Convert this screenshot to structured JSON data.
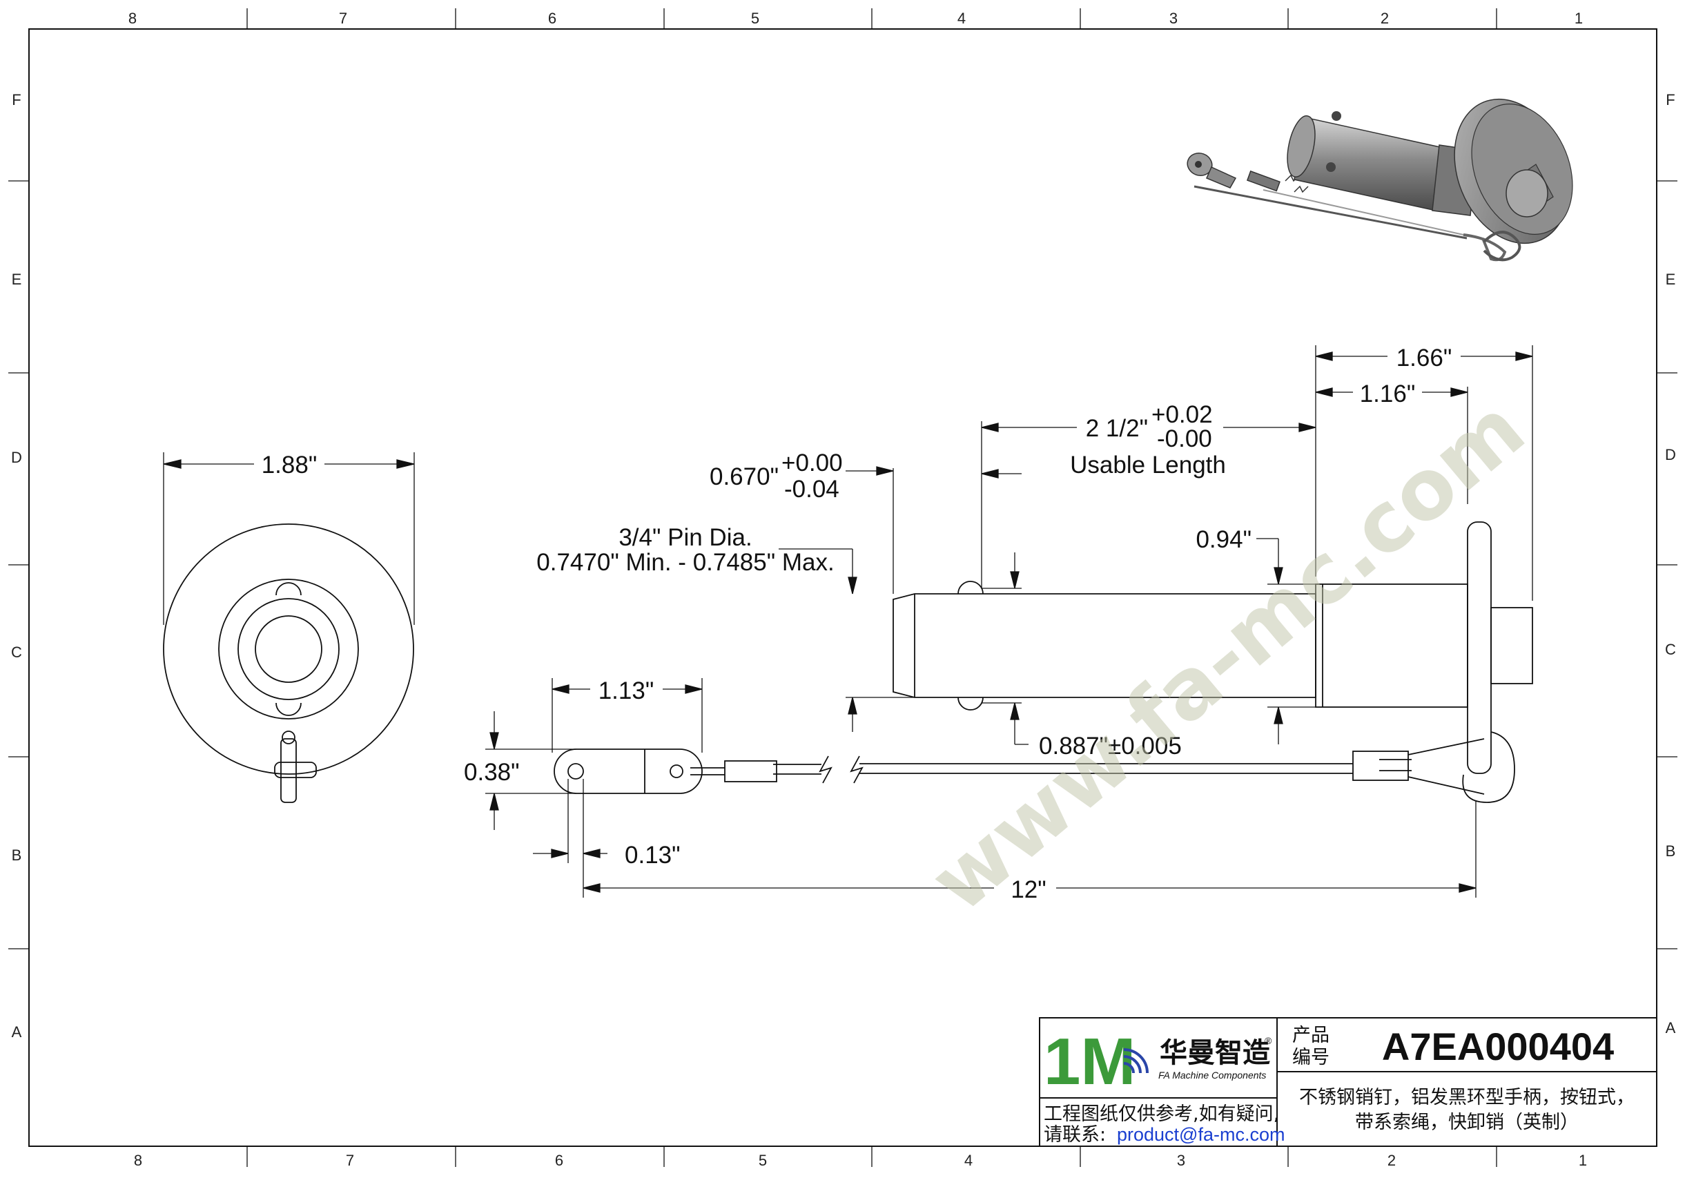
{
  "grid": {
    "columns": [
      "8",
      "7",
      "6",
      "5",
      "4",
      "3",
      "2",
      "1"
    ],
    "rows": [
      "F",
      "E",
      "D",
      "C",
      "B",
      "A"
    ]
  },
  "watermark": "www.fa-mc.com",
  "dimensions": {
    "flange_dia": "1.88\"",
    "overall_length": "1.66\"",
    "grip_length": "1.16\"",
    "usable_length": "2 1/2\"",
    "usable_tol_plus": "+0.02",
    "usable_tol_minus": "-0.00",
    "usable_label": "Usable Length",
    "ball_dia": "0.670\"",
    "ball_tol_plus": "+0.00",
    "ball_tol_minus": "-0.04",
    "pin_dia_line1": "3/4\" Pin Dia.",
    "pin_dia_line2": "0.7470\" Min. - 0.7485\" Max.",
    "collar": "0.94\"",
    "groove": "0.887\"±0.005",
    "tab_length": "1.13\"",
    "tab_width": "0.38\"",
    "tab_hole": "0.13\"",
    "cable_length": "12\""
  },
  "title_block": {
    "logo_mark": "1M",
    "brand_cn": "华曼智造",
    "brand_en": "FA Machine Components",
    "registered": "®",
    "product_label_1": "产品",
    "product_label_2": "编号",
    "product_code": "A7EA000404",
    "description_1": "不锈钢销钉，铝发黑环型手柄，按钮式，",
    "description_2": "带系索绳，快卸销（英制）",
    "note_1": "工程图纸仅供参考,如有疑问,",
    "note_2_prefix": "请联系:",
    "email": "product@fa-mc.com"
  },
  "colors": {
    "line": "#111111",
    "email": "#1a3fd0",
    "logo_green": "#3c9a3a",
    "logo_blue": "#2a45a8",
    "watermark": "#bfc3a8"
  }
}
